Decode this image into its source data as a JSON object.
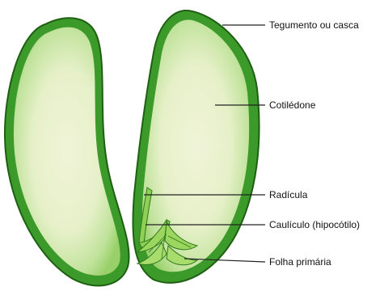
{
  "labels": {
    "tegumento": "Tegumento ou casca",
    "cotiledone": "Cotilédone",
    "radicula": "Radícula",
    "cauliculo": "Caulículo (hipocótilo)",
    "folha_primaria": "Folha primária"
  },
  "colors": {
    "seed_coat": "#3c9a2a",
    "coat_outline": "#1e6012",
    "cotyledon_edge": "#a9d97f",
    "cotyledon_center": "#eef3d4",
    "embryo": "#8fcf55",
    "leader_line": "#222222"
  }
}
